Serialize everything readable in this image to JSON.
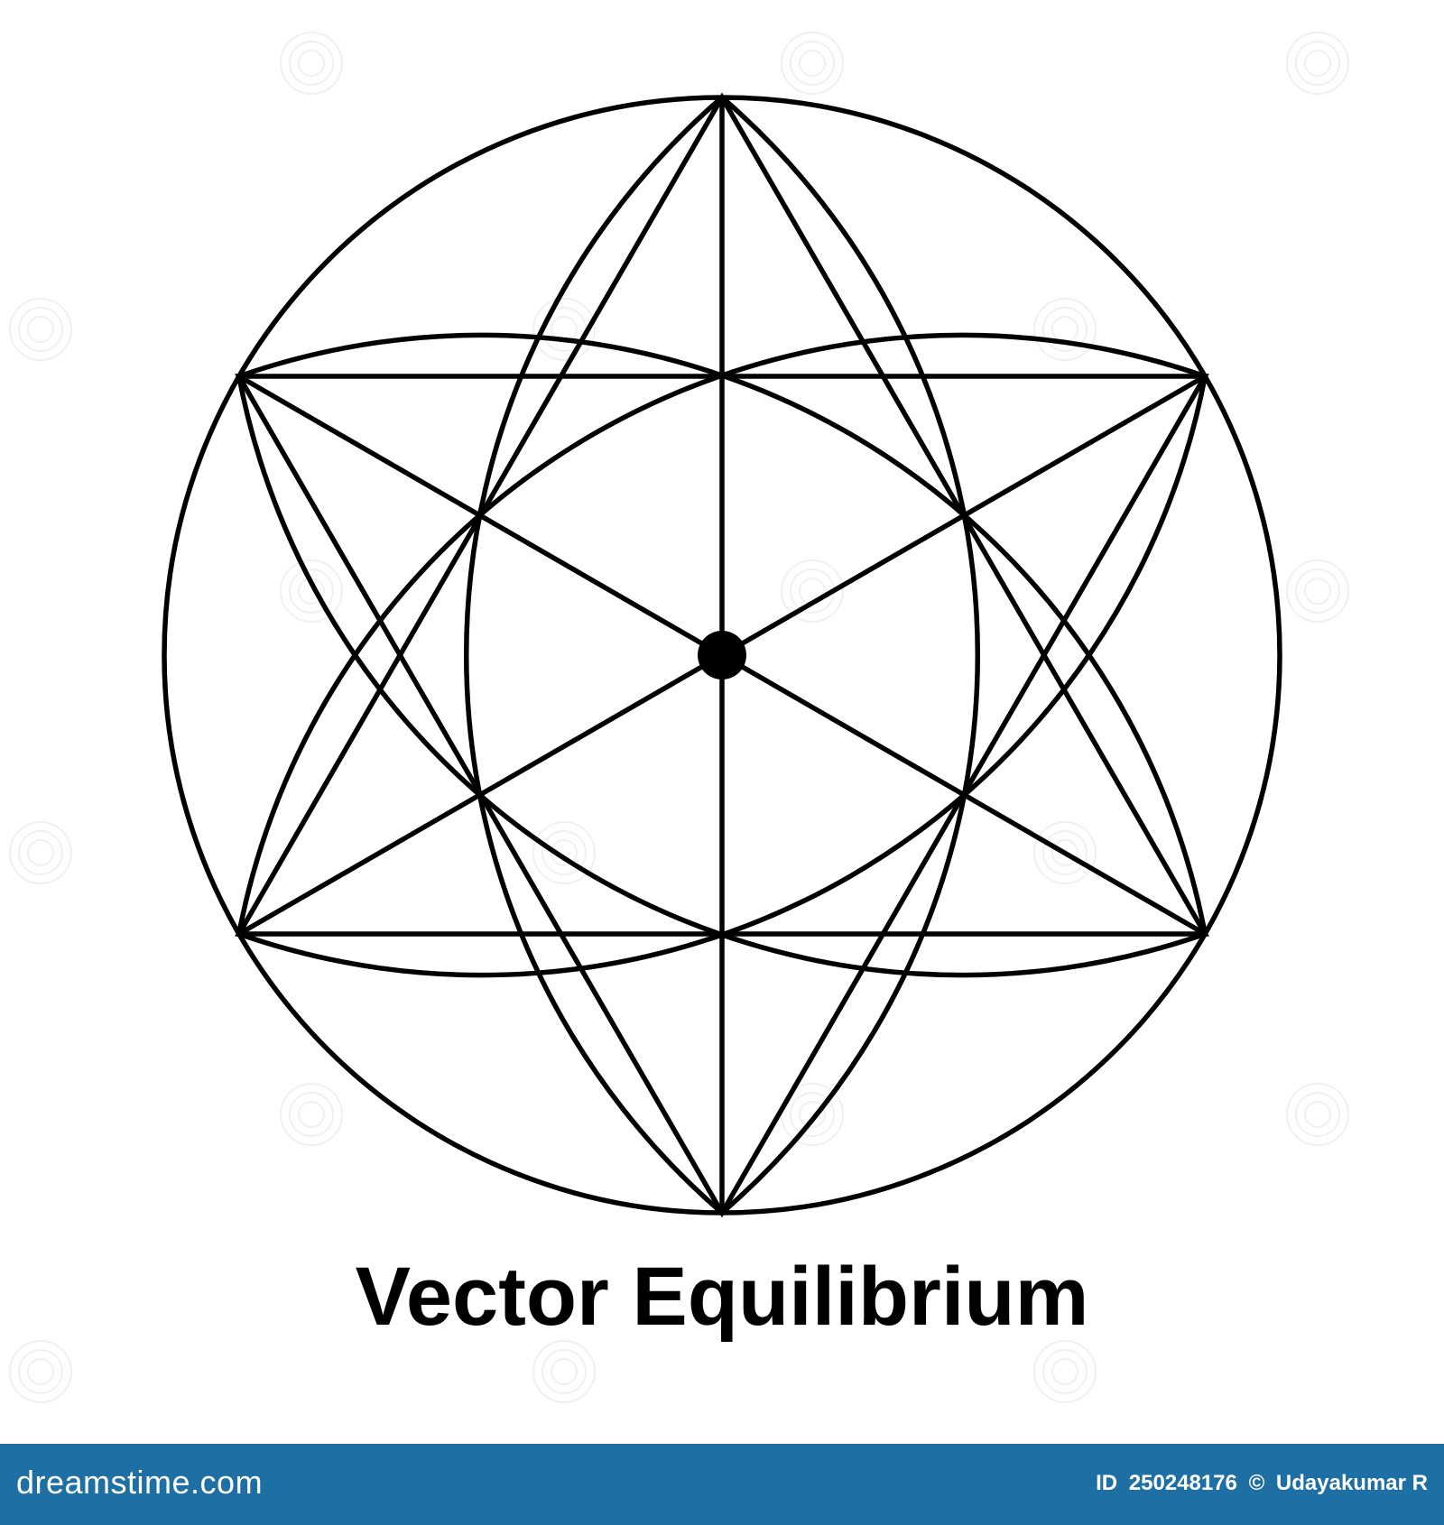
{
  "title": "Vector Equilibrium",
  "footer": {
    "brand": "dreamstime.com",
    "id_label": "ID",
    "id_value": "250248176",
    "copyright_symbol": "©",
    "author": "Udayakumar R"
  },
  "colors": {
    "line": "#000000",
    "background": "#ffffff",
    "footer": "#1d6fa4",
    "footer_text": "#ffffff"
  }
}
